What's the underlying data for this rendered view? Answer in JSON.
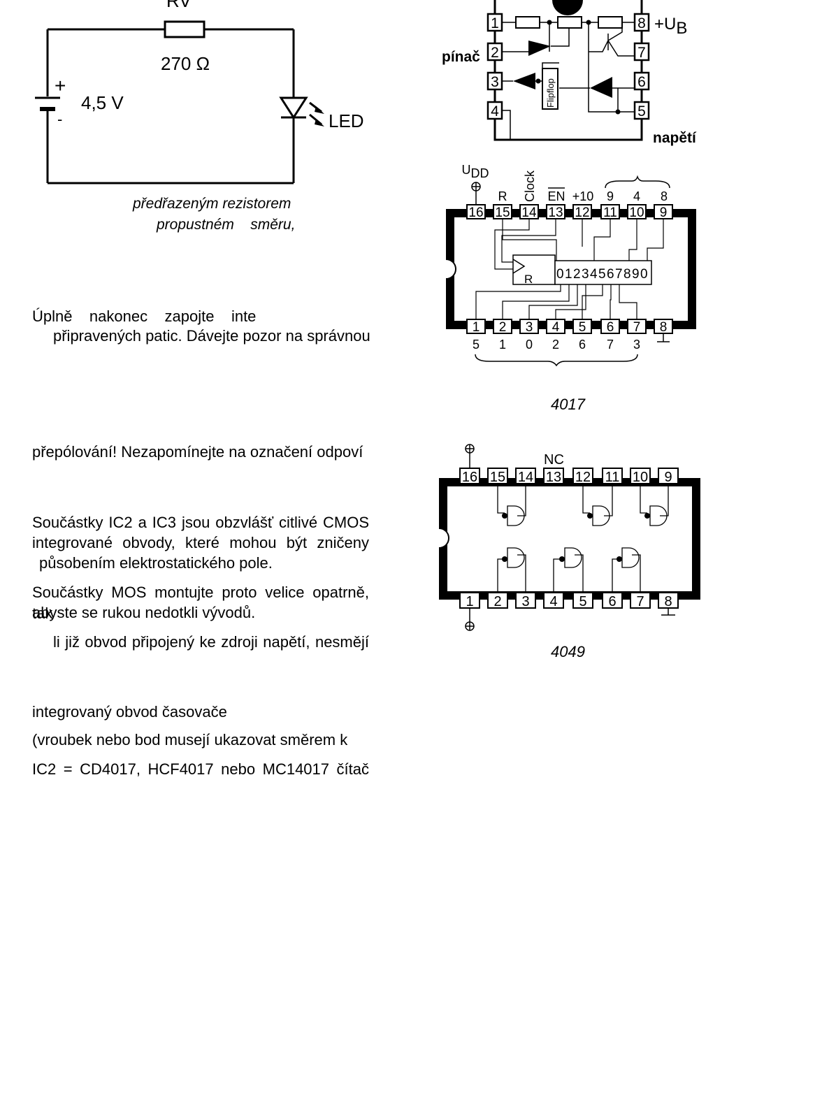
{
  "circuit": {
    "resistor_label": "RV",
    "resistor_value": "270 Ω",
    "battery_plus": "+",
    "battery_minus": "-",
    "battery_voltage": "4,5 V",
    "led_label": "LED"
  },
  "caption_lines": [
    "předřazeným rezistorem",
    "propustném    směru,"
  ],
  "paragraphs": {
    "p1_line1": "Úplně    nakonec    zapojte    inte",
    "p1_line2": "připravených patic. Dávejte pozor na správnou",
    "p2": "přepólování! Nezapomínejte na označení odpoví",
    "p3_line1": "Součástky IC2 a IC3 jsou obzvlášť citlivé CMOS",
    "p3_line2": "integrované obvody, které mohou být zničeny",
    "p3_line3": "působením elektrostatického pole.",
    "p4_line1": "Součástky MOS montujte proto velice opatrně, tak",
    "p4_line2": "abyste se rukou nedotkli vývodů.",
    "p5": "li již obvod připojený ke zdroji napětí, nesmějí",
    "p6": "integrovaný obvod časovače",
    "p7": "(vroubek nebo bod musejí ukazovat směrem k",
    "p8": "IC2 = CD4017, HCF4017 nebo MC14017 čítač"
  },
  "timer_ic": {
    "left_label": "pínač",
    "right_label": "napětí",
    "supply_label": "+U",
    "supply_sub": "B",
    "flipflop": "Flipflop",
    "pins_left": [
      "1",
      "2",
      "3",
      "4"
    ],
    "pins_right": [
      "8",
      "7",
      "6",
      "5"
    ]
  },
  "ic4017": {
    "caption": "4017",
    "udd_label": "U",
    "udd_sub": "DD",
    "top_labels": {
      "r": "R",
      "clock": "Clock",
      "en": "EN",
      "plus10": "+10",
      "o9": "9",
      "o4": "4",
      "o8": "8"
    },
    "top_pins": [
      "16",
      "15",
      "14",
      "13",
      "12",
      "11",
      "10",
      "9"
    ],
    "bottom_pins": [
      "1",
      "2",
      "3",
      "4",
      "5",
      "6",
      "7",
      "8"
    ],
    "bottom_outputs": [
      "5",
      "1",
      "0",
      "2",
      "6",
      "7",
      "3"
    ],
    "counter_input": "R",
    "counter_digits": [
      "0",
      "1",
      "2",
      "3",
      "4",
      "5",
      "6",
      "7",
      "8",
      "9",
      "0"
    ]
  },
  "ic4049": {
    "caption": "4049",
    "nc_label": "NC",
    "top_pins": [
      "16",
      "15",
      "14",
      "13",
      "12",
      "11",
      "10",
      "9"
    ],
    "bottom_pins": [
      "1",
      "2",
      "3",
      "4",
      "5",
      "6",
      "7",
      "8"
    ]
  }
}
